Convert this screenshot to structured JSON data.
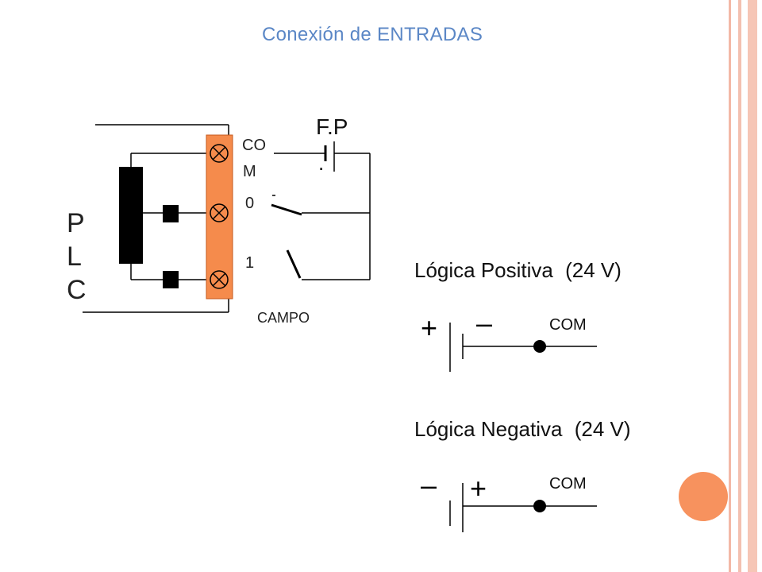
{
  "title": "Conexión de ENTRADAS",
  "plc": {
    "letters": [
      "P",
      "L",
      "C"
    ]
  },
  "terminals": {
    "com_line1": "CO",
    "com_line2": "M",
    "input0": "0",
    "input1": "1"
  },
  "field_label": "CAMPO",
  "power_supply": {
    "label_line1": "F.P",
    "label_line2": "."
  },
  "positive_logic": {
    "label": "Lógica Positiva",
    "voltage": "(24 V)",
    "plus": "+",
    "minus": "–",
    "com": "COM"
  },
  "negative_logic": {
    "label": "Lógica Negativa",
    "voltage": "(24 V)",
    "plus": "+",
    "minus": "–",
    "com": "COM"
  },
  "colors": {
    "title": "#5b87c6",
    "terminal_strip": "#f58b4c",
    "frame_line": "#f3b8a6",
    "decor_circle": "#f7925e"
  }
}
